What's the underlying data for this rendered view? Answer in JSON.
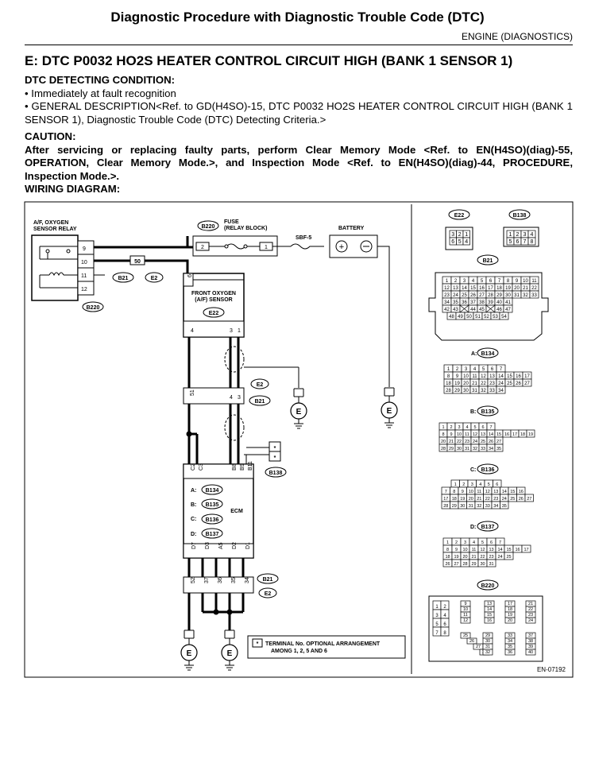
{
  "header": {
    "title": "Diagnostic Procedure with Diagnostic Trouble Code (DTC)",
    "section": "ENGINE (DIAGNOSTICS)"
  },
  "section": {
    "title": "E:  DTC P0032 HO2S HEATER CONTROL CIRCUIT HIGH (BANK 1 SENSOR 1)"
  },
  "detecting": {
    "heading": "DTC DETECTING CONDITION:",
    "items": [
      "• Immediately at fault recognition",
      "• GENERAL DESCRIPTION<Ref. to GD(H4SO)-15, DTC P0032 HO2S HEATER CONTROL CIRCUIT HIGH (BANK 1 SENSOR 1), Diagnostic Trouble Code (DTC) Detecting Criteria.>"
    ]
  },
  "caution": {
    "heading": "CAUTION:",
    "text": "After servicing or replacing faulty parts, perform Clear Memory Mode <Ref. to EN(H4SO)(diag)-55, OPERATION, Clear Memory Mode.>, and Inspection Mode <Ref. to EN(H4SO)(diag)-44, PROCEDURE, Inspection Mode.>."
  },
  "wiring": {
    "heading": "WIRING DIAGRAM:",
    "relay_label": [
      "A/F, OXYGEN",
      "SENSOR RELAY"
    ],
    "fuse_label": [
      "FUSE",
      "(RELAY BLOCK)"
    ],
    "sbf": "SBF-5",
    "battery": "BATTERY",
    "sensor_label": [
      "FRONT OXYGEN",
      "(A/F) SENSOR"
    ],
    "ecm": "ECM",
    "connectors": {
      "b220": "B220",
      "e22": "E22",
      "b21": "B21",
      "e2": "E2",
      "b138": "B138",
      "b134": "B134",
      "b135": "B135",
      "b136": "B136",
      "b137": "B137"
    },
    "connector_prefixes": {
      "a": "A:",
      "b": "B:",
      "c": "C:",
      "d": "D:"
    },
    "relay_pins": [
      "9",
      "10",
      "11",
      "12"
    ],
    "fuse_no": "50",
    "fuse_pins": [
      "2",
      "1"
    ],
    "e22_pins": [
      "6",
      "4",
      "3",
      "1"
    ],
    "b21_pins": [
      "51",
      "4",
      "3"
    ],
    "ecm_top_pins": [
      "C2",
      "C3",
      "B8",
      "B9",
      "B11"
    ],
    "ecm_bottom_pins": [
      "D7",
      "D3",
      "A5",
      "D2",
      "D1"
    ],
    "gnd_pins": [
      "52",
      "37",
      "36",
      "35",
      "34"
    ],
    "star": "*",
    "ground": "E",
    "note_star": "*",
    "note": [
      "TERMINAL No. OPTIONAL ARRANGEMENT",
      "AMONG 1, 2, 5 AND 6"
    ],
    "figure_id": "EN-07192"
  },
  "connector_views": {
    "e22_pins": [
      "3",
      "2",
      "1",
      "6",
      "5",
      "4"
    ],
    "b138_pins": [
      "1",
      "2",
      "3",
      "4",
      "5",
      "6",
      "7",
      "8"
    ],
    "b21_rows": [
      [
        "1",
        "2",
        "3",
        "4",
        "5",
        "6",
        "7",
        "8",
        "9",
        "10",
        "11"
      ],
      [
        "12",
        "13",
        "14",
        "15",
        "16",
        "17",
        "18",
        "19",
        "20",
        "21",
        "22"
      ],
      [
        "23",
        "24",
        "25",
        "26",
        "27",
        "28",
        "29",
        "30",
        "31",
        "32",
        "33"
      ],
      [
        "34",
        "35",
        "36",
        "37",
        "38",
        "39",
        "40",
        "41"
      ],
      [
        "42",
        "43",
        "",
        "44",
        "45",
        "",
        "46",
        "47"
      ],
      [
        "48",
        "49",
        "50",
        "51",
        "52",
        "53",
        "54"
      ]
    ],
    "b134_rows": [
      [
        "1",
        "2",
        "3",
        "4",
        "5",
        "6",
        "7"
      ],
      [
        "8",
        "9",
        "10",
        "11",
        "12",
        "13",
        "14",
        "15",
        "16",
        "17"
      ],
      [
        "18",
        "19",
        "20",
        "21",
        "22",
        "23",
        "24",
        "25",
        "26",
        "27"
      ],
      [
        "28",
        "29",
        "30",
        "31",
        "32",
        "33",
        "34"
      ]
    ],
    "b135_rows": [
      [
        "1",
        "2",
        "3",
        "4",
        "5",
        "6",
        "7"
      ],
      [
        "8",
        "9",
        "10",
        "11",
        "12",
        "13",
        "14",
        "15",
        "16",
        "17",
        "18",
        "19"
      ],
      [
        "20",
        "21",
        "22",
        "23",
        "24",
        "25",
        "26",
        "27"
      ],
      [
        "28",
        "29",
        "30",
        "31",
        "32",
        "33",
        "34",
        "35"
      ]
    ],
    "b136_rows": [
      [
        "1",
        "2",
        "3",
        "4",
        "5",
        "6"
      ],
      [
        "7",
        "8",
        "9",
        "10",
        "11",
        "12",
        "13",
        "14",
        "15",
        "16"
      ],
      [
        "17",
        "18",
        "19",
        "20",
        "21",
        "22",
        "23",
        "24",
        "25",
        "26",
        "27"
      ],
      [
        "28",
        "29",
        "30",
        "31",
        "32",
        "33",
        "34",
        "35"
      ]
    ],
    "b137_rows": [
      [
        "1",
        "2",
        "3",
        "4",
        "5",
        "6",
        "7"
      ],
      [
        "8",
        "9",
        "10",
        "11",
        "12",
        "13",
        "14",
        "15",
        "16",
        "17"
      ],
      [
        "18",
        "19",
        "20",
        "21",
        "22",
        "23",
        "24",
        "25"
      ],
      [
        "26",
        "27",
        "28",
        "29",
        "30",
        "31"
      ]
    ],
    "b220_cols": [
      [
        "1",
        "2",
        "3",
        "4",
        "5",
        "6",
        "7",
        "8"
      ],
      [
        "9",
        "10",
        "11",
        "12"
      ],
      [
        "13",
        "14",
        "15",
        "16"
      ],
      [
        "17",
        "18",
        "19",
        "20"
      ],
      [
        "21",
        "22",
        "23",
        "24"
      ],
      [
        "25",
        "26",
        "27",
        "28"
      ],
      [
        "29",
        "30",
        "31",
        "32"
      ],
      [
        "33",
        "34",
        "35",
        "36"
      ],
      [
        "37",
        "38",
        "39",
        "40"
      ]
    ]
  }
}
